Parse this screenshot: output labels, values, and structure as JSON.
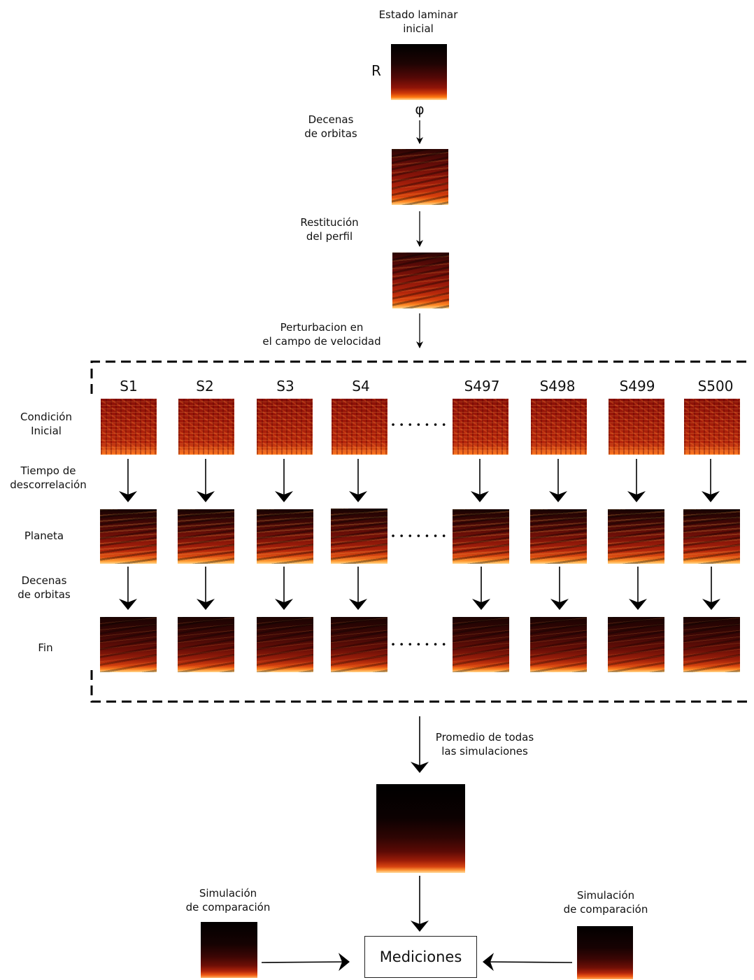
{
  "top": {
    "initial_state_label": "Estado laminar\ninicial",
    "axis_r": "R",
    "axis_phi": "φ",
    "step1_label": "Decenas\nde orbitas",
    "step2_label": "Restitución\ndel perfil",
    "step3_label": "Perturbacion en\nel campo de velocidad"
  },
  "grid": {
    "columns": [
      "S1",
      "S2",
      "S3",
      "S4",
      "S497",
      "S498",
      "S499",
      "S500"
    ],
    "rows": {
      "initial_condition": "Condición\nInicial",
      "decorrelation_time": "Tiempo de\ndescorrelación",
      "planet": "Planeta",
      "orbits": "Decenas\nde orbitas",
      "end": "Fin"
    }
  },
  "bottom": {
    "average_label": "Promedio de todas\nlas simulaciones",
    "comparison_left": "Simulación\nde comparación",
    "comparison_right": "Simulación\nde comparación",
    "measurements": "Mediciones"
  },
  "colors": {
    "lines": "#000000",
    "heat_dark": "#000000",
    "heat_mid": "#8f1408",
    "heat_bright": "#ff7a10"
  }
}
